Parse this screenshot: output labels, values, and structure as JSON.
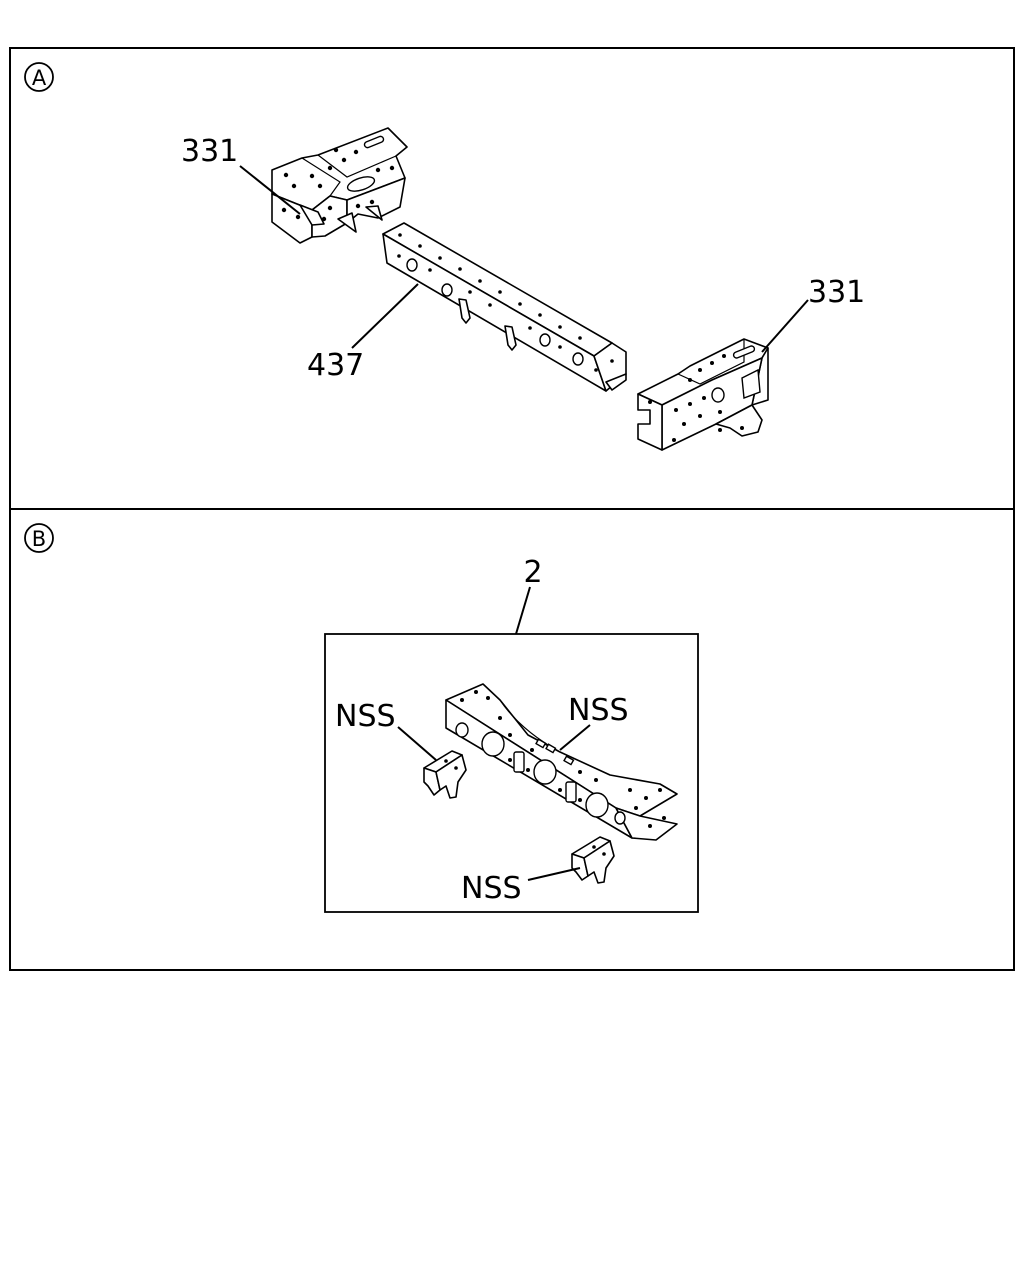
{
  "sections": [
    {
      "id": "A",
      "badge": "A",
      "callouts": [
        "331",
        "437",
        "331"
      ]
    },
    {
      "id": "B",
      "badge": "B",
      "callouts": [
        "2",
        "NSS",
        "NSS",
        "NSS"
      ]
    }
  ]
}
